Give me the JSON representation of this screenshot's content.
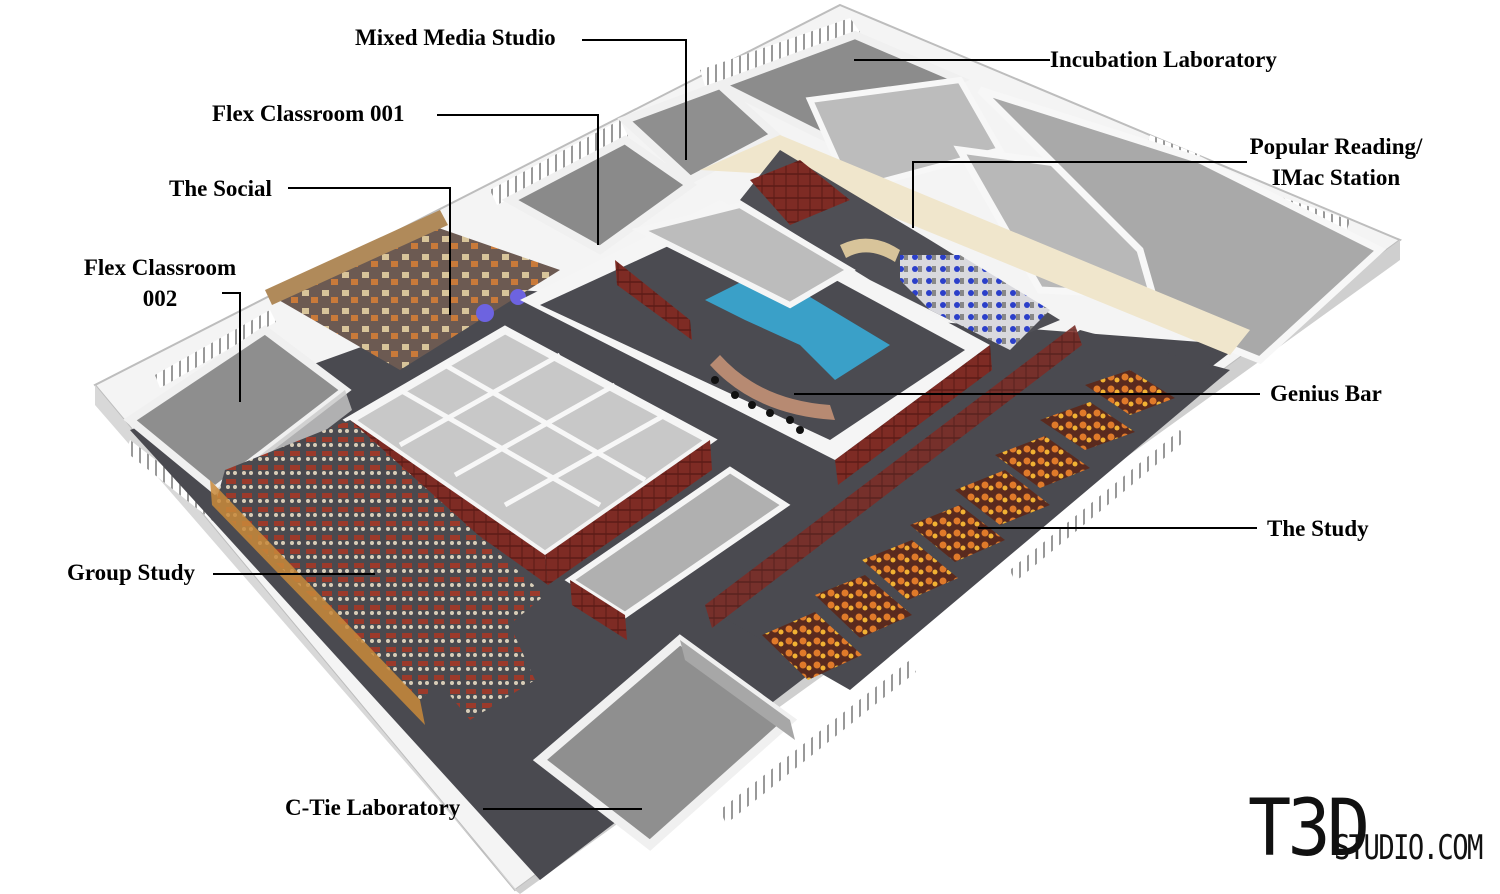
{
  "labels": {
    "mixed_media": "Mixed Media Studio",
    "incubation": "Incubation Laboratory",
    "flex001": "Flex Classroom 001",
    "popular_line1": "Popular Reading/",
    "popular_line2": "IMac Station",
    "social": "The Social",
    "flex002_line1": "Flex Classroom",
    "flex002_line2": "002",
    "genius": "Genius Bar",
    "study": "The Study",
    "group": "Group Study",
    "ctie": "C-Tie Laboratory"
  },
  "brand": {
    "big": "T3D",
    "small": "STUDIO.COM"
  },
  "colors": {
    "floor": "#4a4a4f",
    "wall": "#ececec",
    "shelf": "#7a2a22",
    "chair": "#d9722b",
    "accent_teal": "#3aa0c8",
    "room_floor": "#8e8e8e"
  }
}
